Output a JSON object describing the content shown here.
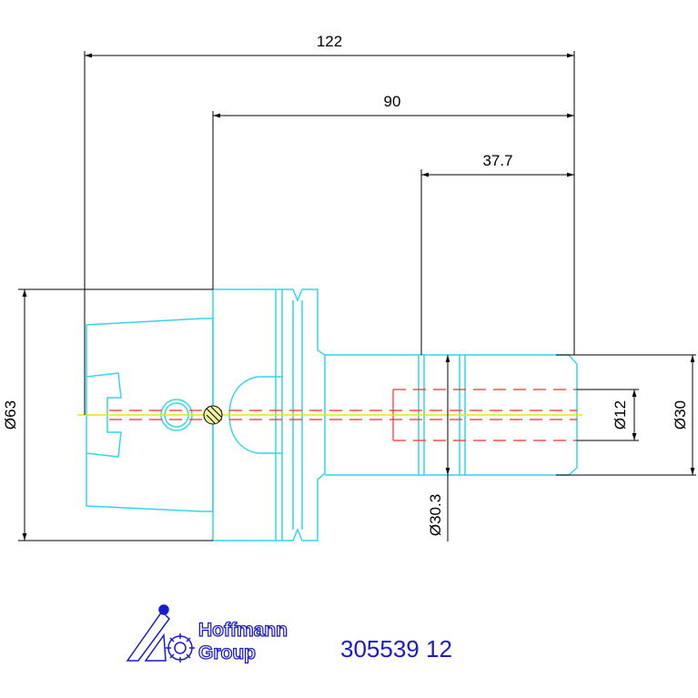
{
  "colors": {
    "outline": "#35d6e8",
    "bore": "#ff2a2a",
    "centerline": "#e8e800",
    "dimension": "#000000",
    "brand": "#1a1ad0"
  },
  "dimensions": {
    "overall_length": "122",
    "shank_length": "90",
    "bore_depth": "37.7",
    "flange_diameter": "Ø63",
    "collar_diameter": "Ø30.3",
    "bore_diameter": "Ø12",
    "nose_diameter": "Ø30"
  },
  "brand": {
    "name_line1": "Hoffmann",
    "name_line2": "Group",
    "part_number": "305539 12"
  }
}
